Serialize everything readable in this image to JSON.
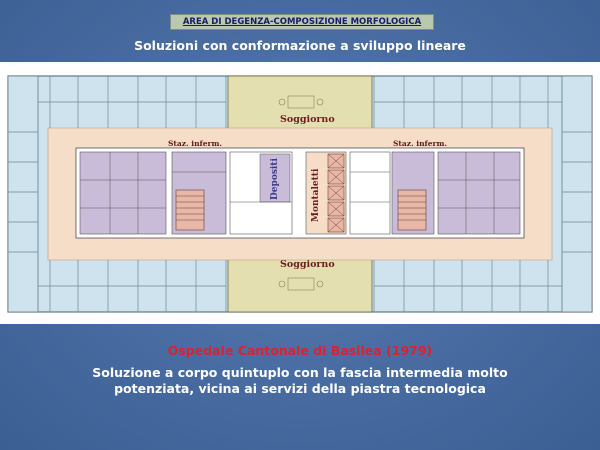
{
  "header": {
    "title": "AREA DI DEGENZA-COMPOSIZIONE MORFOLOGICA"
  },
  "subtitle": "Soluzioni con conformazione a sviluppo lineare",
  "plan": {
    "labels": {
      "soggiorno_top": "Soggiorno",
      "soggiorno_bottom": "Soggiorno",
      "staz_left": "Staz. inferm.",
      "staz_right": "Staz. inferm.",
      "depositi": "Depositi",
      "montaletti": "Montaletti"
    },
    "colors": {
      "rooms": "#cfe3ee",
      "corridor": "#f6ddc8",
      "service": "#c9bcd8",
      "day_room": "#e4dfb0",
      "stairs": "#e7b8a8"
    }
  },
  "hospital_name": "Ospedale  Cantonale di Basilea (1979)",
  "description": {
    "line1": "Soluzione a corpo quintuplo con la fascia intermedia molto",
    "line2": "potenziata, vicina ai servizi della piastra tecnologica"
  }
}
